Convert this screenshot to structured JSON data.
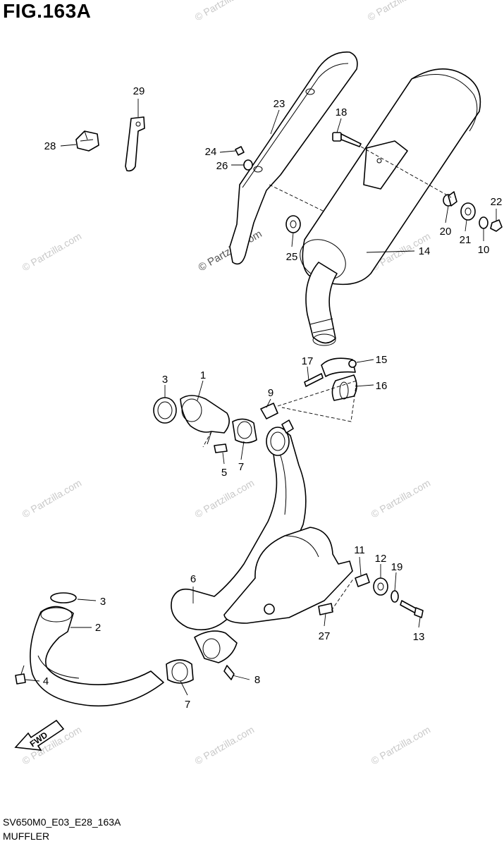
{
  "figure": {
    "title": "FIG.163A",
    "code": "SV650M0_E03_E28_163A",
    "caption": "MUFFLER"
  },
  "watermark": {
    "text": "© Partzilla.com"
  },
  "callouts": [
    "1",
    "2",
    "3",
    "3",
    "4",
    "5",
    "6",
    "7",
    "7",
    "8",
    "9",
    "10",
    "11",
    "12",
    "13",
    "14",
    "15",
    "16",
    "17",
    "18",
    "19",
    "20",
    "21",
    "22",
    "23",
    "24",
    "25",
    "26",
    "27",
    "28",
    "29"
  ],
  "direction_badge": {
    "text": "FWD",
    "icon": "forward-arrow-icon"
  },
  "colors": {
    "line": "#000000",
    "watermark": "#c9c9c9",
    "background": "#ffffff"
  }
}
